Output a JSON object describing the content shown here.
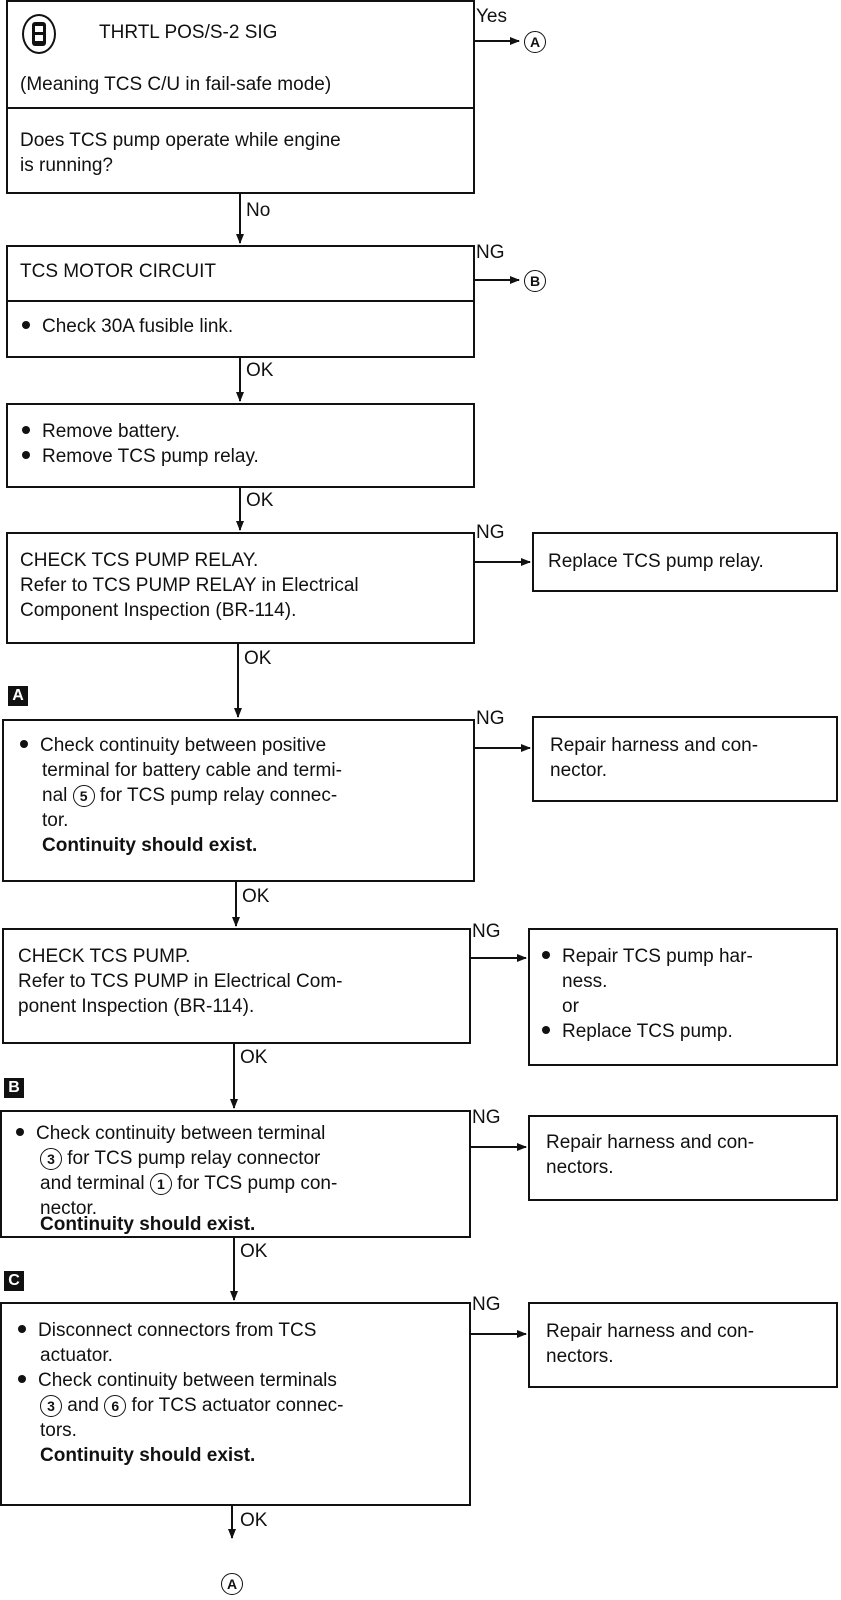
{
  "nodes": {
    "start": {
      "title": "THRTL POS/S-2 SIG",
      "subtitle": "(Meaning TCS C/U in fail-safe mode)",
      "question": [
        "Does TCS pump operate while engine",
        "is running?"
      ]
    },
    "motor": {
      "title": "TCS MOTOR CIRCUIT",
      "step": "Check 30A fusible link."
    },
    "battery": {
      "steps": [
        "Remove battery.",
        "Remove TCS pump relay."
      ]
    },
    "relay": {
      "lines": [
        "CHECK TCS PUMP RELAY.",
        "Refer to TCS PUMP RELAY in Electrical",
        "Component Inspection (BR-114)."
      ]
    },
    "cont_a": {
      "lines": [
        "Check continuity between positive",
        "terminal for battery cable and termi-"
      ],
      "line3_pre": "nal",
      "line3_circle": "5",
      "line3_post": "for TCS pump relay connec-",
      "line4": "tor.",
      "note": "Continuity should exist."
    },
    "pump": {
      "lines": [
        "CHECK TCS PUMP.",
        "Refer to TCS PUMP in Electrical Com-",
        "ponent Inspection (BR-114)."
      ]
    },
    "cont_b": {
      "line1": "Check continuity between terminal",
      "line2_circle": "3",
      "line2_post": "for TCS pump relay connector",
      "line3_pre": "and terminal",
      "line3_circle": "1",
      "line3_post": "for TCS pump con-",
      "line4": "nector.",
      "note": "Continuity should exist."
    },
    "cont_c": {
      "step1": [
        "Disconnect connectors from TCS",
        "actuator."
      ],
      "step2_line1": "Check continuity between terminals",
      "step2_c1": "3",
      "step2_and": "and",
      "step2_c2": "6",
      "step2_post": "for TCS actuator connec-",
      "step2_line3": "tors.",
      "note": "Continuity should exist."
    }
  },
  "results": {
    "replace_relay": "Replace TCS pump relay.",
    "repair_a": [
      "Repair harness and con-",
      "nector."
    ],
    "pump_fix": {
      "item1": [
        "Repair TCS pump har-",
        "ness."
      ],
      "or": "or",
      "item2": "Replace TCS pump."
    },
    "repair_b": [
      "Repair harness and con-",
      "nectors."
    ],
    "repair_c": [
      "Repair harness and con-",
      "nectors."
    ]
  },
  "edge_labels": {
    "yes": "Yes",
    "no": "No",
    "ng": "NG",
    "ok": "OK"
  },
  "connectors": {
    "a": "A",
    "b": "B"
  },
  "step_letters": {
    "a": "A",
    "b": "B",
    "c": "C"
  }
}
